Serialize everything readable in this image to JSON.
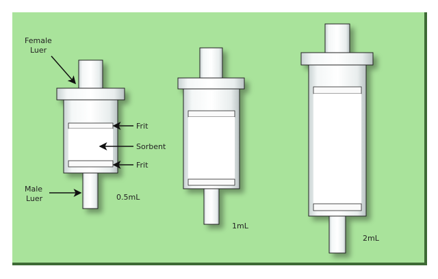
{
  "labels": {
    "female_luer_line1": "Female",
    "female_luer_line2": "Luer",
    "frit_top": "Frit",
    "sorbent": "Sorbent",
    "frit_bottom": "Frit",
    "male_luer_line1": "Male",
    "male_luer_line2": "Luer"
  },
  "cartridges": [
    {
      "volume": "0.5mL"
    },
    {
      "volume": "1mL"
    },
    {
      "volume": "2mL"
    }
  ],
  "colors": {
    "background": "#a9e39b",
    "edge": "#3d6a35"
  }
}
